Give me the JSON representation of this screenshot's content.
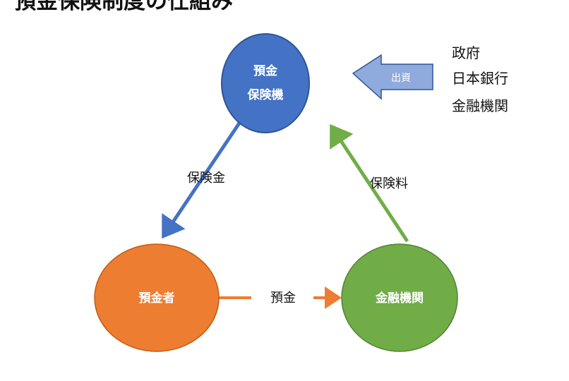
{
  "title": "預金保険制度の仕組み",
  "nodes": {
    "insurer": {
      "line1": "預金",
      "line2": "保険機",
      "color": "#4472c4"
    },
    "depositor": {
      "label": "預金者",
      "color": "#ed7d31"
    },
    "bank": {
      "label": "金融機関",
      "color": "#70ad47"
    }
  },
  "edges": {
    "insurance_payout": "保険金",
    "premium": "保険料",
    "deposit": "預金",
    "investment": "出資"
  },
  "investors": [
    "政府",
    "日本銀行",
    "金融機関"
  ]
}
